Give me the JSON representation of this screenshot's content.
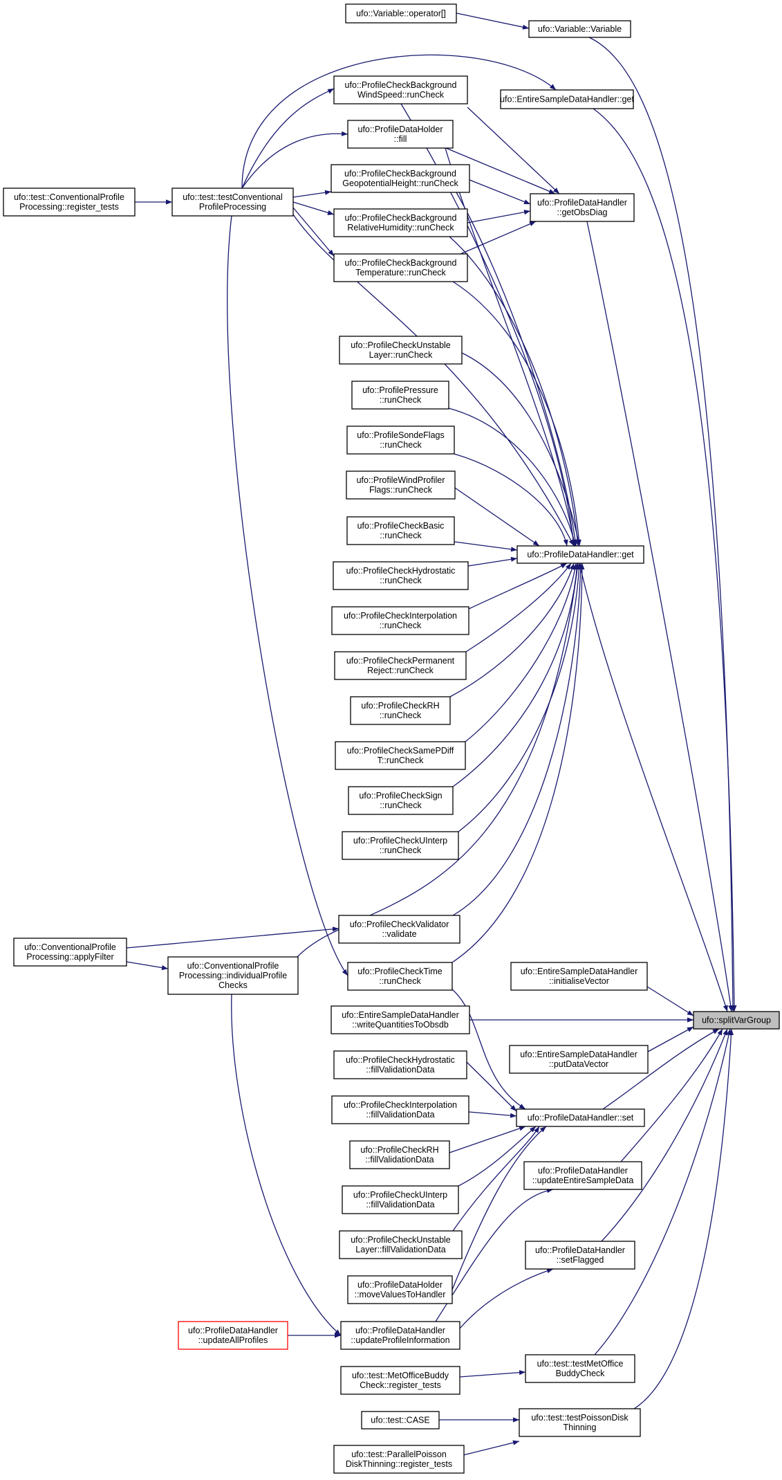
{
  "colors": {
    "edge": "#191970",
    "node_fill": "#ffffff",
    "node_border": "#000000",
    "root_fill": "#bfbfbf",
    "truncated_border": "#ff0000"
  },
  "graph": {
    "nodes": [
      {
        "id": "splitVarGroup",
        "lines": [
          "ufo::splitVarGroup"
        ],
        "root": true
      },
      {
        "id": "varOperator",
        "lines": [
          "ufo::Variable::operator[]"
        ]
      },
      {
        "id": "varVariable",
        "lines": [
          "ufo::Variable::Variable"
        ]
      },
      {
        "id": "esdhGet",
        "lines": [
          "ufo::EntireSampleDataHandler::get"
        ]
      },
      {
        "id": "windSpeed",
        "lines": [
          "ufo::ProfileCheckBackground",
          "WindSpeed::runCheck"
        ]
      },
      {
        "id": "pdhFill",
        "lines": [
          "ufo::ProfileDataHolder",
          "::fill"
        ]
      },
      {
        "id": "geopot",
        "lines": [
          "ufo::ProfileCheckBackground",
          "GeopotentialHeight::runCheck"
        ]
      },
      {
        "id": "relHum",
        "lines": [
          "ufo::ProfileCheckBackground",
          "RelativeHumidity::runCheck"
        ]
      },
      {
        "id": "bgTemp",
        "lines": [
          "ufo::ProfileCheckBackground",
          "Temperature::runCheck"
        ]
      },
      {
        "id": "getObsDiag",
        "lines": [
          "ufo::ProfileDataHandler",
          "::getObsDiag"
        ]
      },
      {
        "id": "regTests1",
        "lines": [
          "ufo::test::ConventionalProfile",
          "Processing::register_tests"
        ]
      },
      {
        "id": "testConv",
        "lines": [
          "ufo::test::testConventional",
          "ProfileProcessing"
        ]
      },
      {
        "id": "unstable",
        "lines": [
          "ufo::ProfileCheckUnstable",
          "Layer::runCheck"
        ]
      },
      {
        "id": "pressure",
        "lines": [
          "ufo::ProfilePressure",
          "::runCheck"
        ]
      },
      {
        "id": "sonde",
        "lines": [
          "ufo::ProfileSondeFlags",
          "::runCheck"
        ]
      },
      {
        "id": "windProf",
        "lines": [
          "ufo::ProfileWindProfiler",
          "Flags::runCheck"
        ]
      },
      {
        "id": "basic",
        "lines": [
          "ufo::ProfileCheckBasic",
          "::runCheck"
        ]
      },
      {
        "id": "hydro",
        "lines": [
          "ufo::ProfileCheckHydrostatic",
          "::runCheck"
        ]
      },
      {
        "id": "interp",
        "lines": [
          "ufo::ProfileCheckInterpolation",
          "::runCheck"
        ]
      },
      {
        "id": "permanent",
        "lines": [
          "ufo::ProfileCheckPermanent",
          "Reject::runCheck"
        ]
      },
      {
        "id": "rh",
        "lines": [
          "ufo::ProfileCheckRH",
          "::runCheck"
        ]
      },
      {
        "id": "samePDiff",
        "lines": [
          "ufo::ProfileCheckSamePDiff",
          "T::runCheck"
        ]
      },
      {
        "id": "sign",
        "lines": [
          "ufo::ProfileCheckSign",
          "::runCheck"
        ]
      },
      {
        "id": "uinterp",
        "lines": [
          "ufo::ProfileCheckUInterp",
          "::runCheck"
        ]
      },
      {
        "id": "pdhGet",
        "lines": [
          "ufo::ProfileDataHandler::get"
        ]
      },
      {
        "id": "applyFilter",
        "lines": [
          "ufo::ConventionalProfile",
          "Processing::applyFilter"
        ]
      },
      {
        "id": "validator",
        "lines": [
          "ufo::ProfileCheckValidator",
          "::validate"
        ]
      },
      {
        "id": "individual",
        "lines": [
          "ufo::ConventionalProfile",
          "Processing::individualProfile",
          "Checks"
        ]
      },
      {
        "id": "timeCheck",
        "lines": [
          "ufo::ProfileCheckTime",
          "::runCheck"
        ]
      },
      {
        "id": "initVector",
        "lines": [
          "ufo::EntireSampleDataHandler",
          "::initialiseVector"
        ]
      },
      {
        "id": "writeQty",
        "lines": [
          "ufo::EntireSampleDataHandler",
          "::writeQuantitiesToObsdb"
        ]
      },
      {
        "id": "putData",
        "lines": [
          "ufo::EntireSampleDataHandler",
          "::putDataVector"
        ]
      },
      {
        "id": "hydroFill",
        "lines": [
          "ufo::ProfileCheckHydrostatic",
          "::fillValidationData"
        ]
      },
      {
        "id": "interpFill",
        "lines": [
          "ufo::ProfileCheckInterpolation",
          "::fillValidationData"
        ]
      },
      {
        "id": "pdhSet",
        "lines": [
          "ufo::ProfileDataHandler::set"
        ]
      },
      {
        "id": "rhFill",
        "lines": [
          "ufo::ProfileCheckRH",
          "::fillValidationData"
        ]
      },
      {
        "id": "updEntire",
        "lines": [
          "ufo::ProfileDataHandler",
          "::updateEntireSampleData"
        ]
      },
      {
        "id": "uinterpFill",
        "lines": [
          "ufo::ProfileCheckUInterp",
          "::fillValidationData"
        ]
      },
      {
        "id": "unstableFill",
        "lines": [
          "ufo::ProfileCheckUnstable",
          "Layer::fillValidationData"
        ]
      },
      {
        "id": "setFlagged",
        "lines": [
          "ufo::ProfileDataHandler",
          "::setFlagged"
        ]
      },
      {
        "id": "moveValues",
        "lines": [
          "ufo::ProfileDataHolder",
          "::moveValuesToHandler"
        ]
      },
      {
        "id": "updAll",
        "lines": [
          "ufo::ProfileDataHandler",
          "::updateAllProfiles"
        ],
        "truncated": true
      },
      {
        "id": "updProfInfo",
        "lines": [
          "ufo::ProfileDataHandler",
          "::updateProfileInformation"
        ]
      },
      {
        "id": "metOfficeReg",
        "lines": [
          "ufo::test::MetOfficeBuddy",
          "Check::register_tests"
        ]
      },
      {
        "id": "testMetOffice",
        "lines": [
          "ufo::test::testMetOffice",
          "BuddyCheck"
        ]
      },
      {
        "id": "testCase",
        "lines": [
          "ufo::test::CASE"
        ]
      },
      {
        "id": "testPoisson",
        "lines": [
          "ufo::test::testPoissonDisk",
          "Thinning"
        ]
      },
      {
        "id": "parallelPoisson",
        "lines": [
          "ufo::test::ParallelPoisson",
          "DiskThinning::register_tests"
        ]
      }
    ]
  }
}
